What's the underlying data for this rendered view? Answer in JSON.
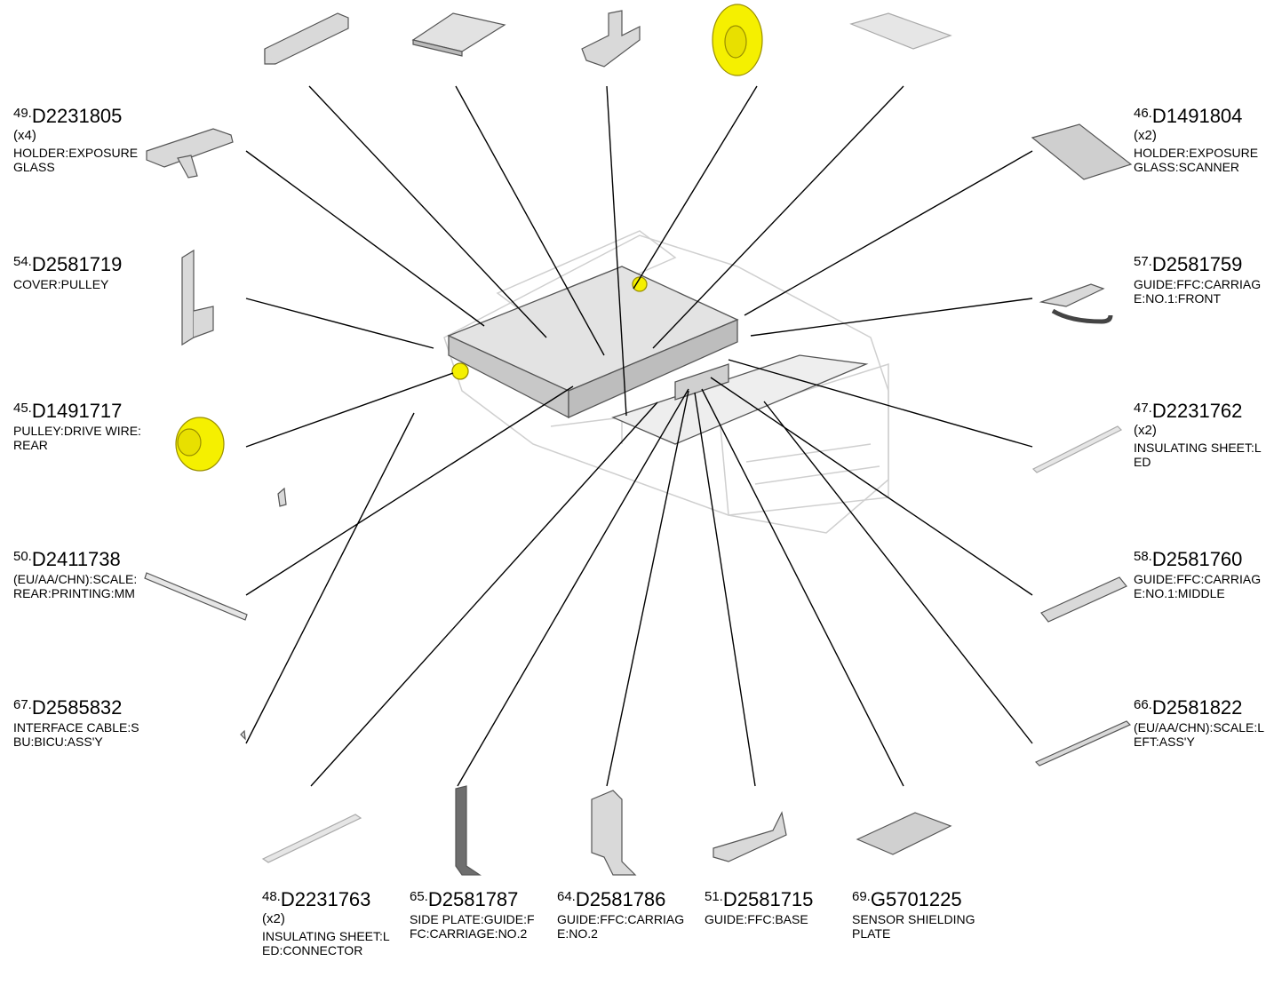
{
  "parts": [
    {
      "no": "49.",
      "code": "D2231805",
      "qty": "(x4)",
      "desc": "HOLDER:EXPOSURE GLASS"
    },
    {
      "no": "46.",
      "code": "D1491804",
      "qty": "(x2)",
      "desc": "HOLDER:EXPOSURE GLASS:SCANNER"
    },
    {
      "no": "54.",
      "code": "D2581719",
      "qty": "",
      "desc": "COVER:PULLEY"
    },
    {
      "no": "57.",
      "code": "D2581759",
      "qty": "",
      "desc": "GUIDE:FFC:CARRIAGE:NO.1:FRONT"
    },
    {
      "no": "45.",
      "code": "D1491717",
      "qty": "",
      "desc": "PULLEY:DRIVE WIRE:REAR"
    },
    {
      "no": "47.",
      "code": "D2231762",
      "qty": "(x2)",
      "desc": "INSULATING SHEET:LED"
    },
    {
      "no": "50.",
      "code": "D2411738",
      "qty": "",
      "desc": "(EU/AA/CHN):SCALE:REAR:PRINTING:MM"
    },
    {
      "no": "58.",
      "code": "D2581760",
      "qty": "",
      "desc": "GUIDE:FFC:CARRIAGE:NO.1:MIDDLE"
    },
    {
      "no": "67.",
      "code": "D2585832",
      "qty": "",
      "desc": "INTERFACE CABLE:SBU:BICU:ASS'Y"
    },
    {
      "no": "66.",
      "code": "D2581822",
      "qty": "",
      "desc": "(EU/AA/CHN):SCALE:LEFT:ASS'Y"
    },
    {
      "no": "48.",
      "code": "D2231763",
      "qty": "(x2)",
      "desc": "INSULATING SHEET:LED:CONNECTOR"
    },
    {
      "no": "65.",
      "code": "D2581787",
      "qty": "",
      "desc": "SIDE PLATE:GUIDE:FFC:CARRIAGE:NO.2"
    },
    {
      "no": "64.",
      "code": "D2581786",
      "qty": "",
      "desc": "GUIDE:FFC:CARRIAGE:NO.2"
    },
    {
      "no": "51.",
      "code": "D2581715",
      "qty": "",
      "desc": "GUIDE:FFC:BASE"
    },
    {
      "no": "69.",
      "code": "G5701225",
      "qty": "",
      "desc": "SENSOR SHIELDING PLATE"
    }
  ],
  "colors": {
    "line": "#000000",
    "pulley": "#f5f000",
    "part_fill": "#d9d9d9",
    "part_stroke": "#555555",
    "ghost": "#cfcfcf"
  }
}
